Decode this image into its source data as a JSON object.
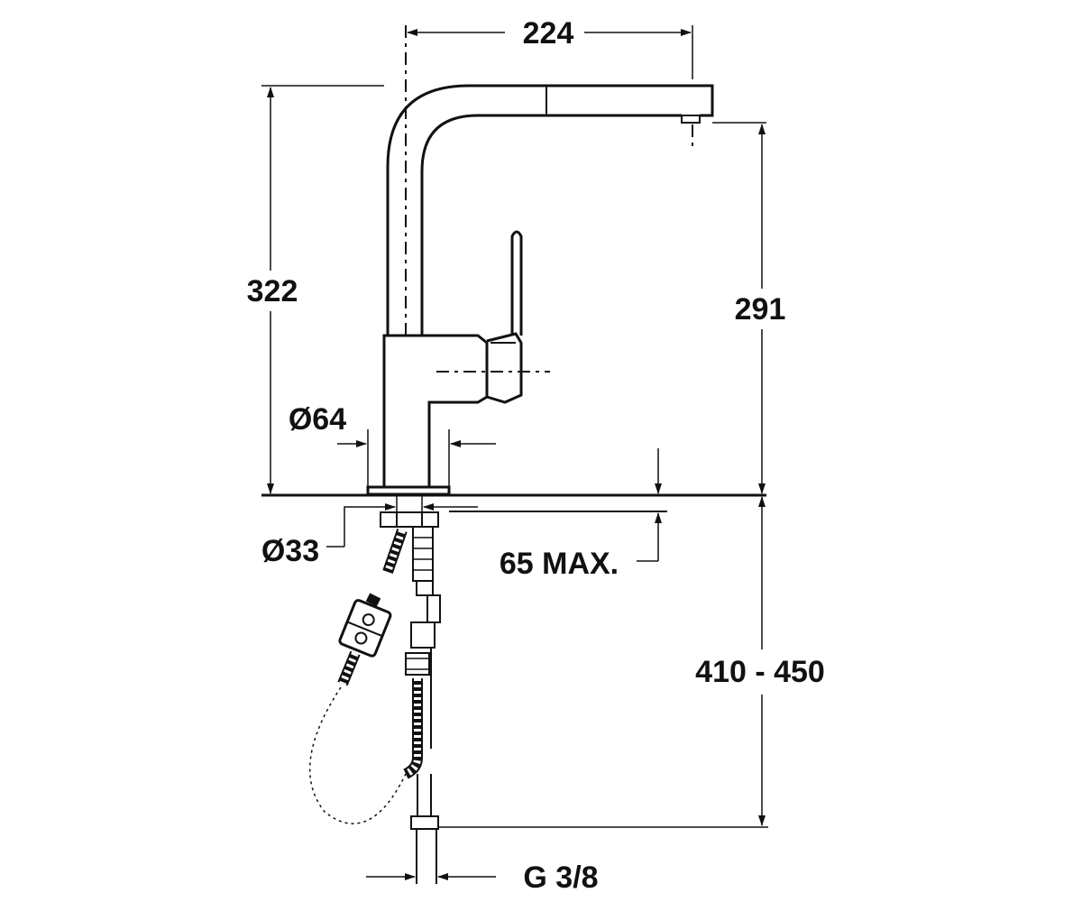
{
  "dimensions": {
    "spout_reach": "224",
    "total_height": "322",
    "spout_height": "291",
    "base_diameter": "Ø64",
    "hole_diameter": "Ø33",
    "deck_thickness": "65 MAX.",
    "hose_length": "410 - 450",
    "connection_thread": "G 3/8"
  },
  "colors": {
    "ink": "#111111",
    "paper": "#ffffff"
  }
}
